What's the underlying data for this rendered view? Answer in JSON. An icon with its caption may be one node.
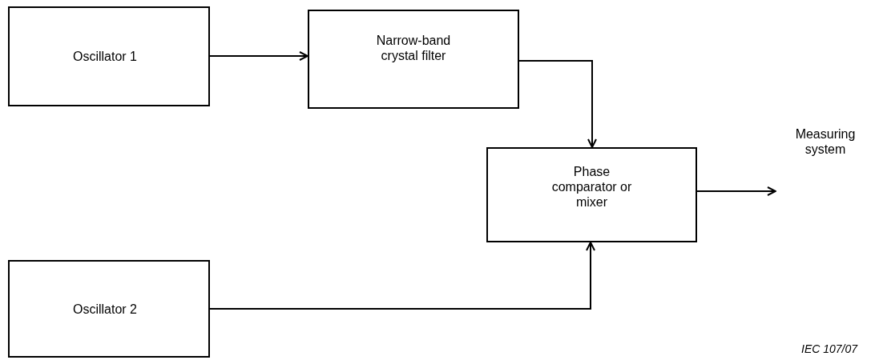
{
  "diagram": {
    "nodes": [
      {
        "text": [
          "Oscillator 1"
        ]
      },
      {
        "text": [
          "Narrow-band crystal filter"
        ]
      },
      {
        "text": [
          "Phase comparator or mixer"
        ]
      },
      {
        "text": [
          "Measuring system"
        ]
      },
      {
        "text": [
          "Oscillator 2"
        ]
      }
    ],
    "edges": [
      {
        "from": 0,
        "to": 1,
        "arrow": "to"
      },
      {
        "from": 1,
        "to": 2,
        "arrow": "to"
      },
      {
        "from": 2,
        "to": 3,
        "arrow": "to"
      },
      {
        "from": 4,
        "to": 2,
        "arrow": "to"
      }
    ],
    "labels": [
      "IEC 107/07"
    ]
  }
}
